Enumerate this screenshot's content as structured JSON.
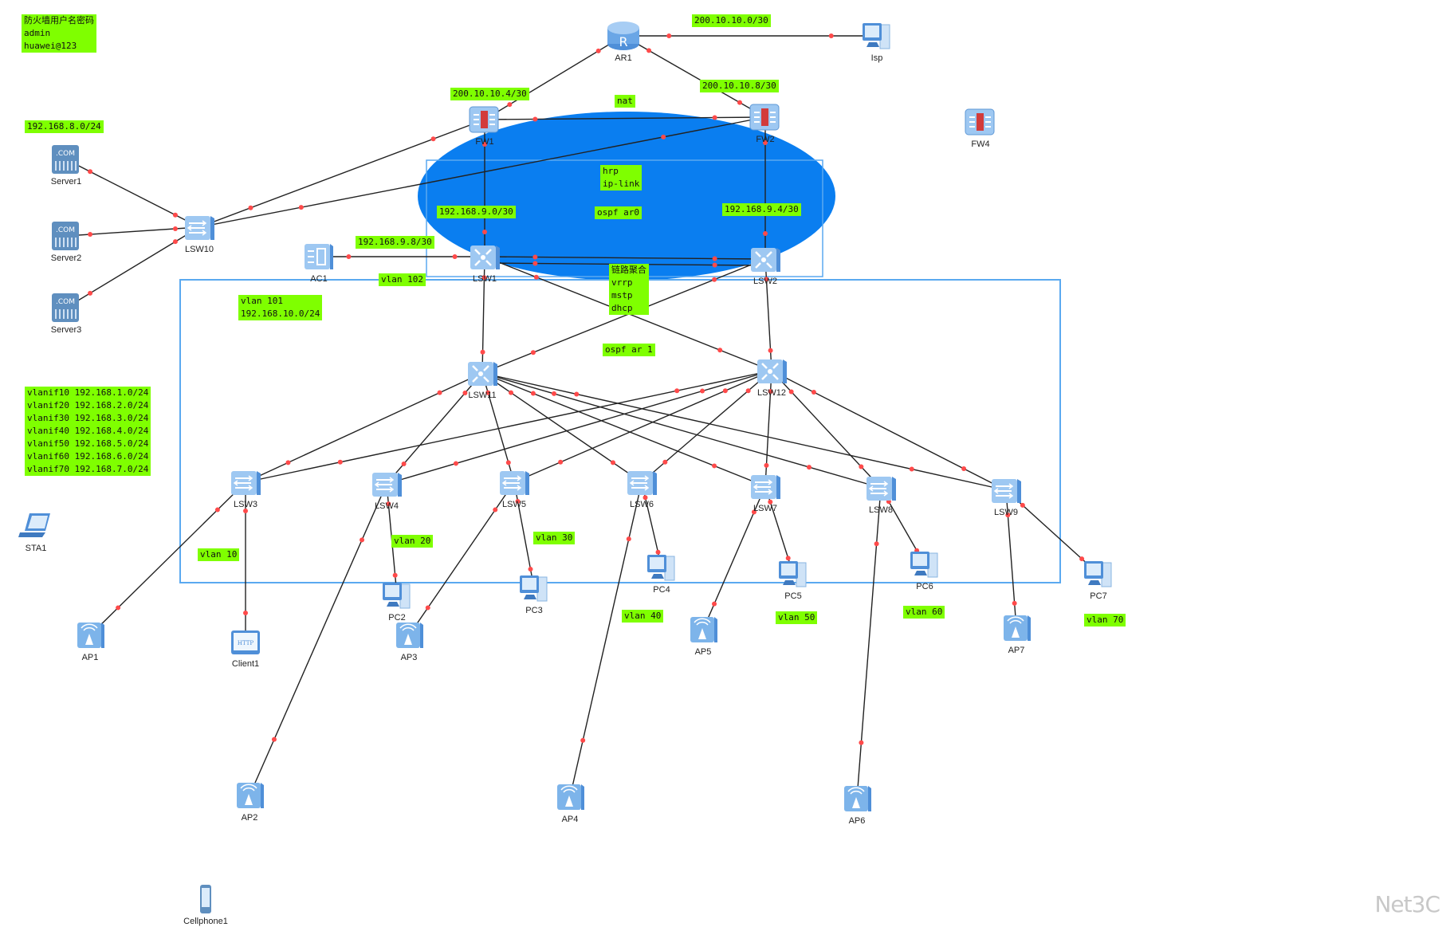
{
  "colors": {
    "note_bg": "#7fff00",
    "link": "#222222",
    "port_dot": "#ff4a4a",
    "area0_fill": "#0a7ef0",
    "area_border": "#5aa9f0",
    "device_blue": "#7db4ea"
  },
  "notes": {
    "fw_credentials": "防火墙用户名密码\nadmin\nhuawei@123",
    "server_subnet": "192.168.8.0/24",
    "isp_link": "200.10.10.0/30",
    "fw1_link": "200.10.10.4/30",
    "fw2_link": "200.10.10.8/30",
    "nat": "nat",
    "hrp": "hrp\nip-link",
    "ospf_area0": "ospf ar0",
    "lsw1_fw1": "192.168.9.0/30",
    "lsw2_fw2": "192.168.9.4/30",
    "ac_link": "192.168.9.8/30",
    "vlan102": "vlan 102",
    "vlan101": "vlan 101\n192.168.10.0/24",
    "features": "链路聚合\nvrrp\nmstp\ndhcp",
    "ospf_area1": "ospf ar 1",
    "vlanif_list": "vlanif10 192.168.1.0/24\nvlanif20 192.168.2.0/24\nvlanif30 192.168.3.0/24\nvlanif40 192.168.4.0/24\nvlanif50 192.168.5.0/24\nvlanif60 192.168.6.0/24\nvlanif70 192.168.7.0/24",
    "vlan10": "vlan 10",
    "vlan20": "vlan 20",
    "vlan30": "vlan 30",
    "vlan40": "vlan 40",
    "vlan50": "vlan 50",
    "vlan60": "vlan 60",
    "vlan70": "vlan 70"
  },
  "devices": {
    "ar1": {
      "label": "AR1",
      "type": "router-icon"
    },
    "isp": {
      "label": "Isp",
      "type": "pc-icon"
    },
    "fw1": {
      "label": "FW1",
      "type": "firewall-icon"
    },
    "fw2": {
      "label": "FW2",
      "type": "firewall-icon"
    },
    "fw4": {
      "label": "FW4",
      "type": "firewall-icon"
    },
    "server1": {
      "label": "Server1",
      "type": "server-icon"
    },
    "server2": {
      "label": "Server2",
      "type": "server-icon"
    },
    "server3": {
      "label": "Server3",
      "type": "server-icon"
    },
    "lsw10": {
      "label": "LSW10",
      "type": "switch-icon"
    },
    "ac1": {
      "label": "AC1",
      "type": "ac-icon"
    },
    "lsw1": {
      "label": "LSW1",
      "type": "core-switch-icon"
    },
    "lsw2": {
      "label": "LSW2",
      "type": "core-switch-icon"
    },
    "lsw11": {
      "label": "LSW11",
      "type": "core-switch-icon"
    },
    "lsw12": {
      "label": "LSW12",
      "type": "core-switch-icon"
    },
    "lsw3": {
      "label": "LSW3",
      "type": "switch-icon"
    },
    "lsw4": {
      "label": "LSW4",
      "type": "switch-icon"
    },
    "lsw5": {
      "label": "LSW5",
      "type": "switch-icon"
    },
    "lsw6": {
      "label": "LSW6",
      "type": "switch-icon"
    },
    "lsw7": {
      "label": "LSW7",
      "type": "switch-icon"
    },
    "lsw8": {
      "label": "LSW8",
      "type": "switch-icon"
    },
    "lsw9": {
      "label": "LSW9",
      "type": "switch-icon"
    },
    "sta1": {
      "label": "STA1",
      "type": "laptop-icon"
    },
    "ap1": {
      "label": "AP1",
      "type": "ap-icon"
    },
    "ap2": {
      "label": "AP2",
      "type": "ap-icon"
    },
    "ap3": {
      "label": "AP3",
      "type": "ap-icon"
    },
    "ap4": {
      "label": "AP4",
      "type": "ap-icon"
    },
    "ap5": {
      "label": "AP5",
      "type": "ap-icon"
    },
    "ap6": {
      "label": "AP6",
      "type": "ap-icon"
    },
    "ap7": {
      "label": "AP7",
      "type": "ap-icon"
    },
    "client1": {
      "label": "Client1",
      "type": "http-client-icon"
    },
    "pc2": {
      "label": "PC2",
      "type": "pc-icon"
    },
    "pc3": {
      "label": "PC3",
      "type": "pc-icon"
    },
    "pc4": {
      "label": "PC4",
      "type": "pc-icon"
    },
    "pc5": {
      "label": "PC5",
      "type": "pc-icon"
    },
    "pc6": {
      "label": "PC6",
      "type": "pc-icon"
    },
    "pc7": {
      "label": "PC7",
      "type": "pc-icon"
    },
    "cellphone1": {
      "label": "Cellphone1",
      "type": "cellphone-icon"
    }
  },
  "links": [
    [
      "ar1",
      "isp"
    ],
    [
      "ar1",
      "fw1"
    ],
    [
      "ar1",
      "fw2"
    ],
    [
      "fw1",
      "fw2"
    ],
    [
      "fw1",
      "lsw10"
    ],
    [
      "fw2",
      "lsw10"
    ],
    [
      "server1",
      "lsw10"
    ],
    [
      "server2",
      "lsw10"
    ],
    [
      "server3",
      "lsw10"
    ],
    [
      "fw1",
      "lsw1"
    ],
    [
      "fw2",
      "lsw2"
    ],
    [
      "ac1",
      "lsw1"
    ],
    [
      "lsw1",
      "lsw2"
    ],
    [
      "lsw1",
      "lsw2"
    ],
    [
      "lsw1",
      "lsw11"
    ],
    [
      "lsw1",
      "lsw12"
    ],
    [
      "lsw2",
      "lsw11"
    ],
    [
      "lsw2",
      "lsw12"
    ],
    [
      "lsw11",
      "lsw3"
    ],
    [
      "lsw11",
      "lsw4"
    ],
    [
      "lsw11",
      "lsw5"
    ],
    [
      "lsw11",
      "lsw6"
    ],
    [
      "lsw11",
      "lsw7"
    ],
    [
      "lsw11",
      "lsw8"
    ],
    [
      "lsw11",
      "lsw9"
    ],
    [
      "lsw12",
      "lsw3"
    ],
    [
      "lsw12",
      "lsw4"
    ],
    [
      "lsw12",
      "lsw5"
    ],
    [
      "lsw12",
      "lsw6"
    ],
    [
      "lsw12",
      "lsw7"
    ],
    [
      "lsw12",
      "lsw8"
    ],
    [
      "lsw12",
      "lsw9"
    ],
    [
      "lsw3",
      "ap1"
    ],
    [
      "lsw3",
      "client1"
    ],
    [
      "lsw4",
      "ap2"
    ],
    [
      "lsw4",
      "pc2"
    ],
    [
      "lsw5",
      "ap3"
    ],
    [
      "lsw5",
      "pc3"
    ],
    [
      "lsw6",
      "ap4"
    ],
    [
      "lsw6",
      "pc4"
    ],
    [
      "lsw7",
      "ap5"
    ],
    [
      "lsw7",
      "pc5"
    ],
    [
      "lsw8",
      "ap6"
    ],
    [
      "lsw8",
      "pc6"
    ],
    [
      "lsw9",
      "ap7"
    ],
    [
      "lsw9",
      "pc7"
    ]
  ],
  "watermark": "Net3C"
}
